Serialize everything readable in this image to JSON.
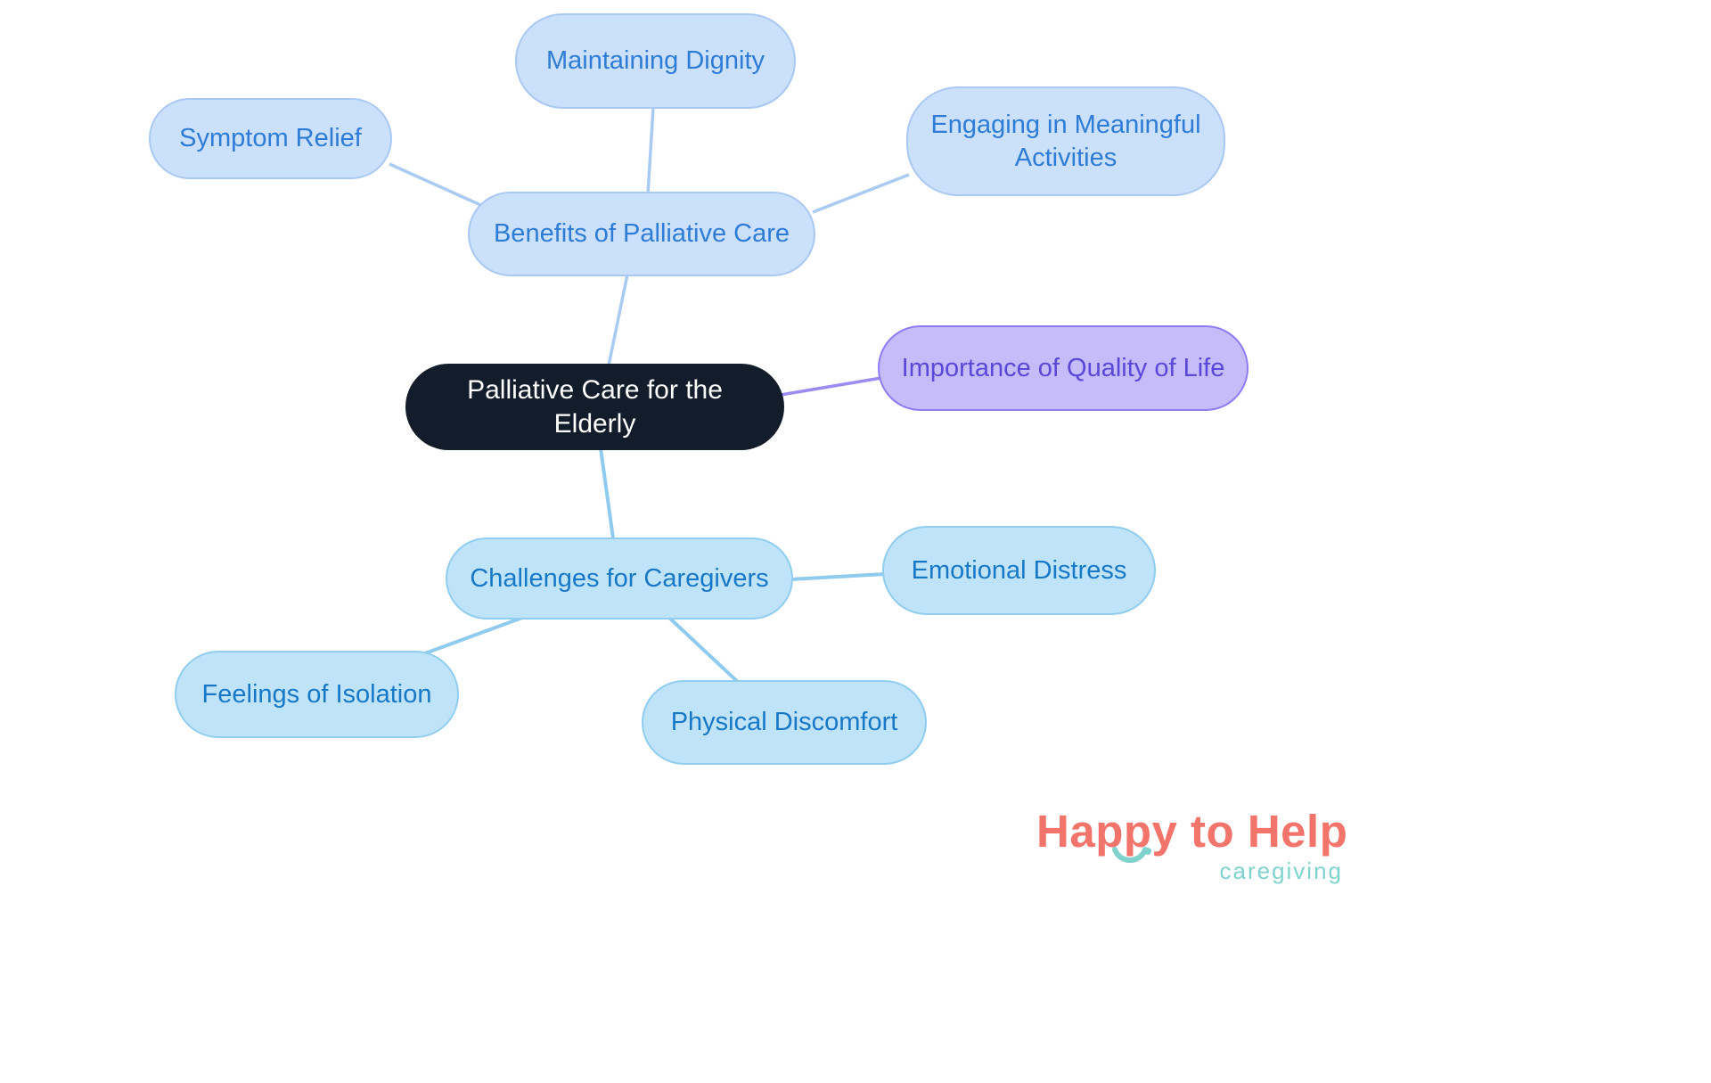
{
  "diagram": {
    "type": "mindmap",
    "center": {
      "label": "Palliative Care for the Elderly",
      "bg": "#131C2B",
      "text_color": "#FFFFFF"
    },
    "branches": {
      "benefits": {
        "label": "Benefits of Palliative Care",
        "bg": "#CBE0FA",
        "border": "#A9C9F2",
        "text_color": "#2E7CD6",
        "children": {
          "maintaining_dignity": {
            "label": "Maintaining Dignity"
          },
          "symptom_relief": {
            "label": "Symptom Relief"
          },
          "engaging_activities": {
            "label": "Engaging in Meaningful Activities"
          }
        }
      },
      "quality_of_life": {
        "label": "Importance of Quality of Life",
        "bg": "#C6BCF9",
        "border": "#8E7CF2",
        "text_color": "#5A48D8"
      },
      "challenges": {
        "label": "Challenges for Caregivers",
        "bg": "#BFE4F9",
        "border": "#90CDEF",
        "text_color": "#1878C8",
        "children": {
          "emotional_distress": {
            "label": "Emotional Distress"
          },
          "feelings_of_isolation": {
            "label": "Feelings of Isolation"
          },
          "physical_discomfort": {
            "label": "Physical Discomfort"
          }
        }
      }
    },
    "edge_colors": {
      "benefits": "#A9CBF2",
      "challenges": "#8FCBEE",
      "quality_of_life": "#9C8BF3"
    }
  },
  "logo": {
    "title": "Happy to Help",
    "subtitle": "caregiving",
    "title_color": "#F2746A",
    "subtitle_color": "#7FD2CD"
  }
}
